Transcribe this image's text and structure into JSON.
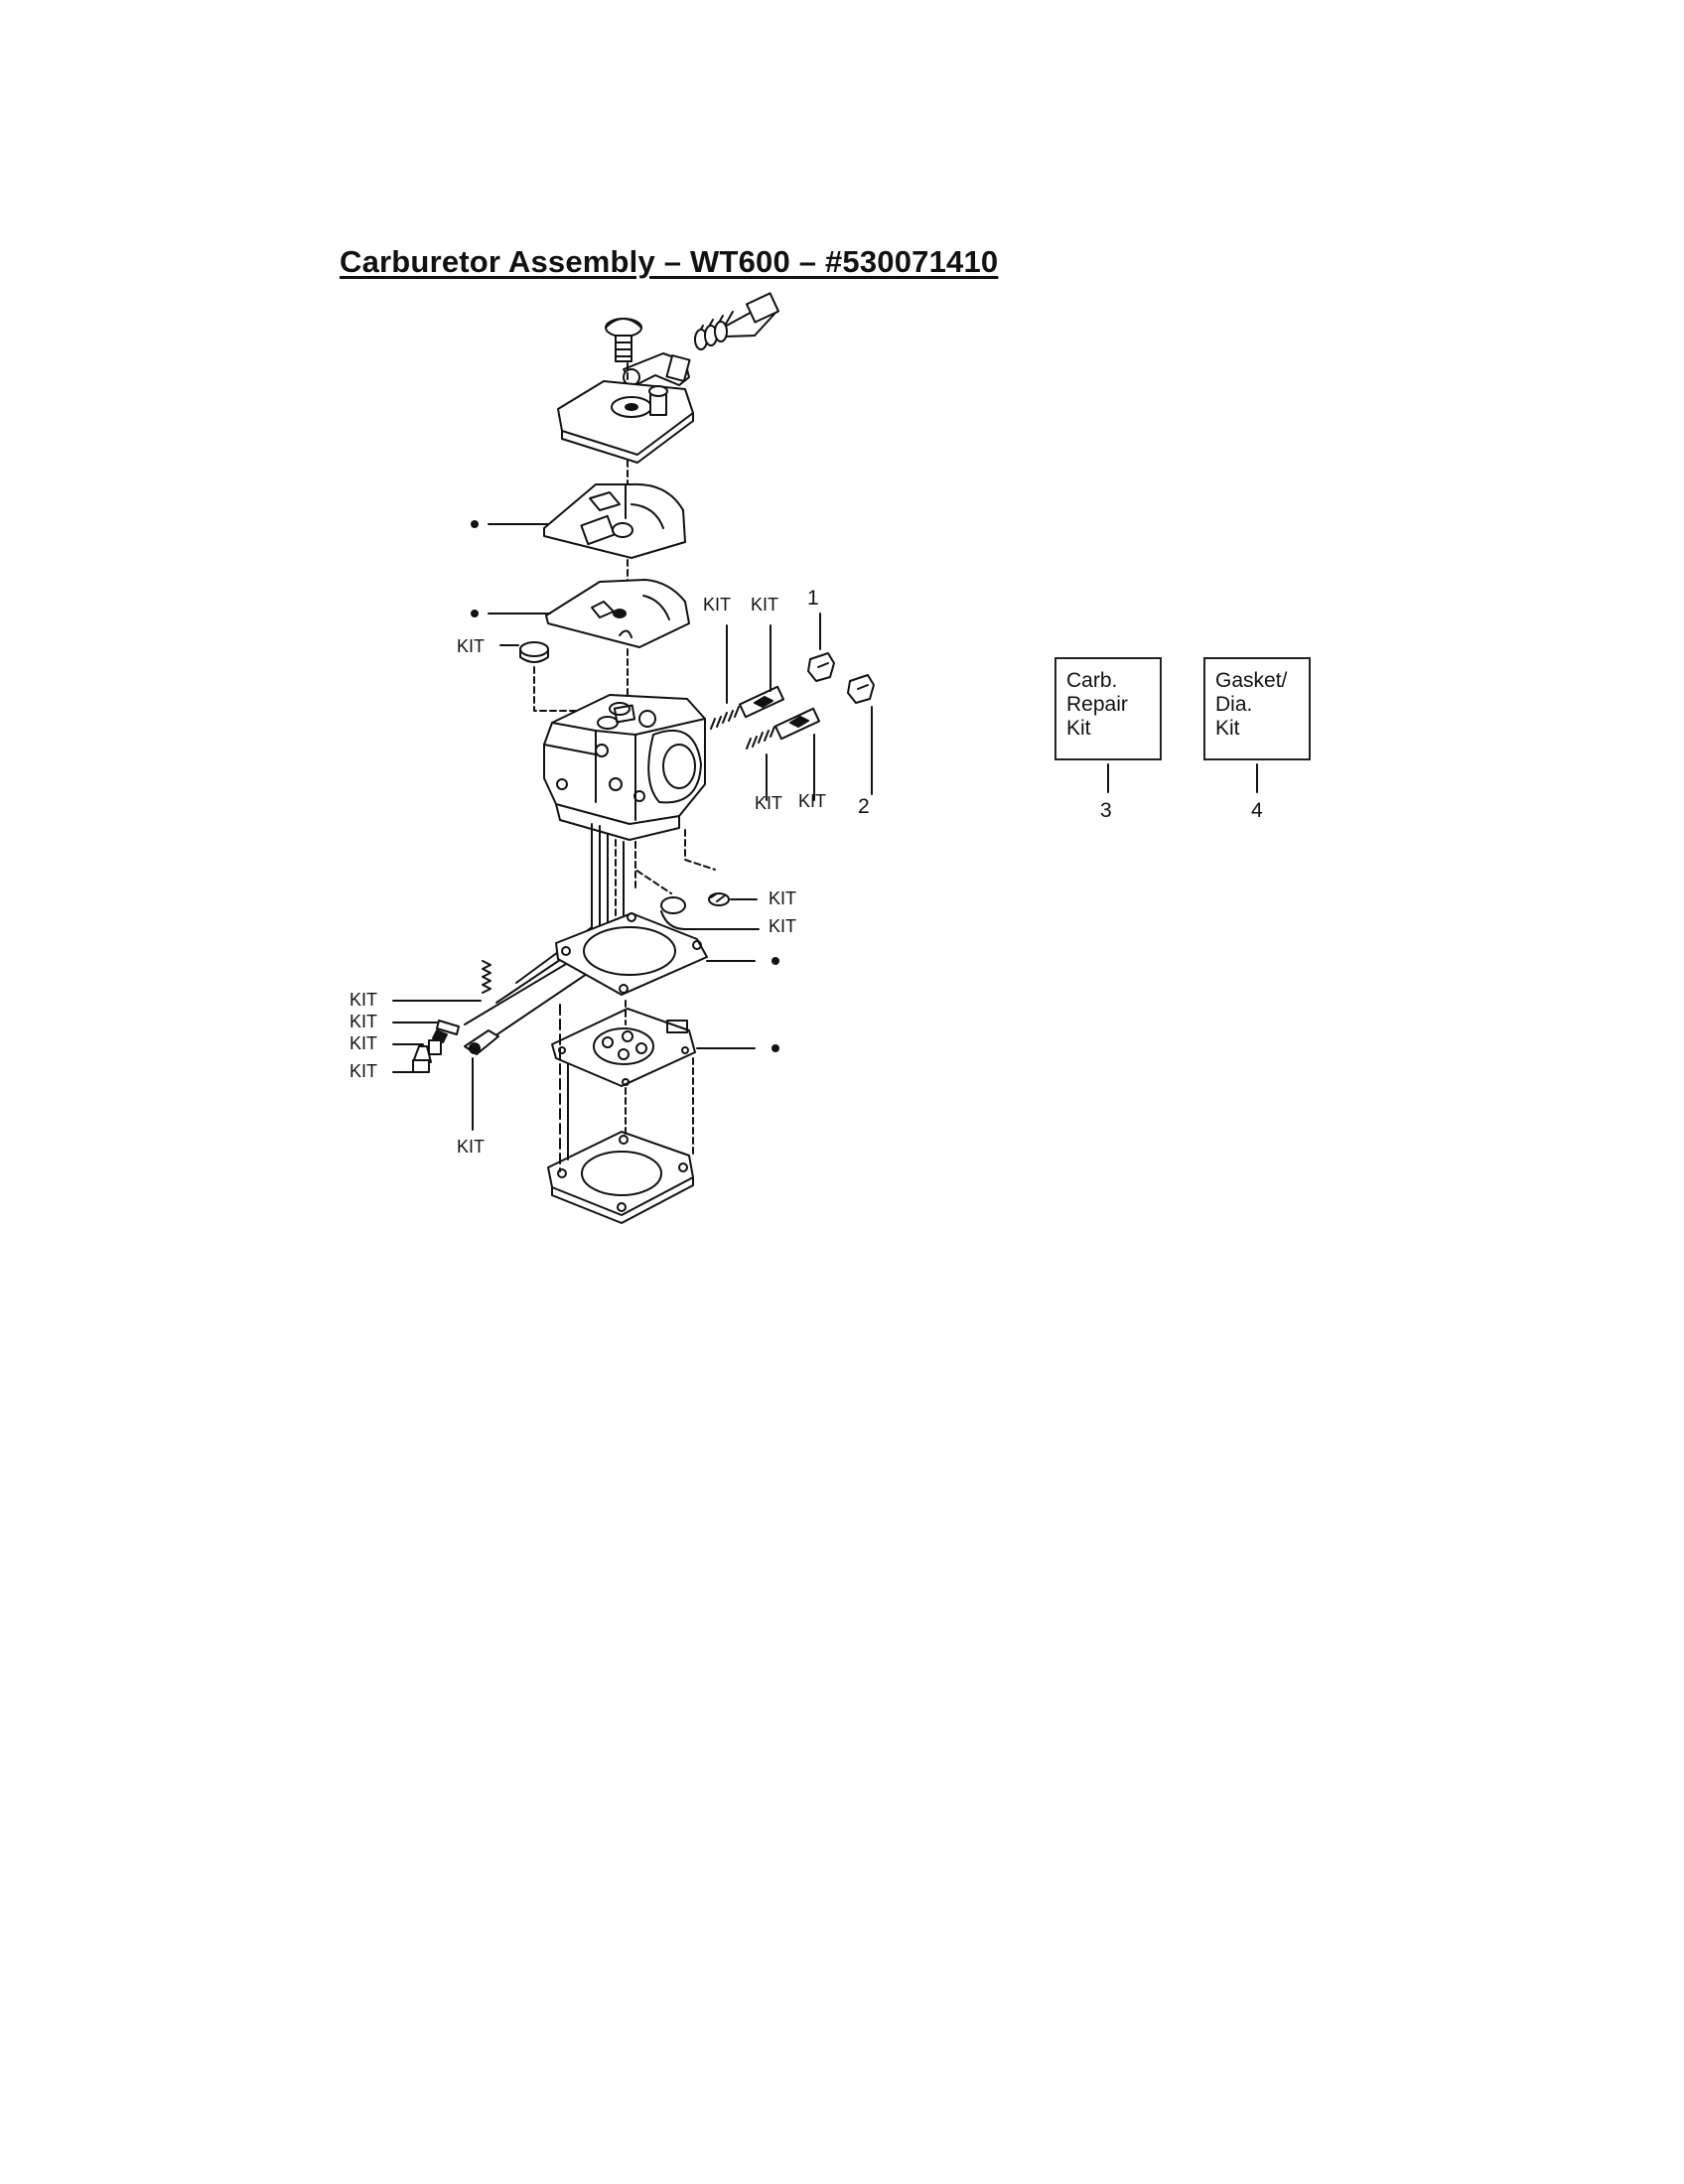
{
  "title": "Carburetor Assembly  –  WT600  –  #530071410",
  "labels": {
    "kit": "KIT",
    "kit_alt": "KlT"
  },
  "callouts": {
    "n1": "1",
    "n2": "2",
    "n3": "3",
    "n4": "4"
  },
  "kit_boxes": [
    {
      "line1": "Carb.",
      "line2": "Repair",
      "line3": "Kit"
    },
    {
      "line1": "Gasket/",
      "line2": "Dia.",
      "line3": "Kit"
    }
  ],
  "legend_symbol": "bullet"
}
